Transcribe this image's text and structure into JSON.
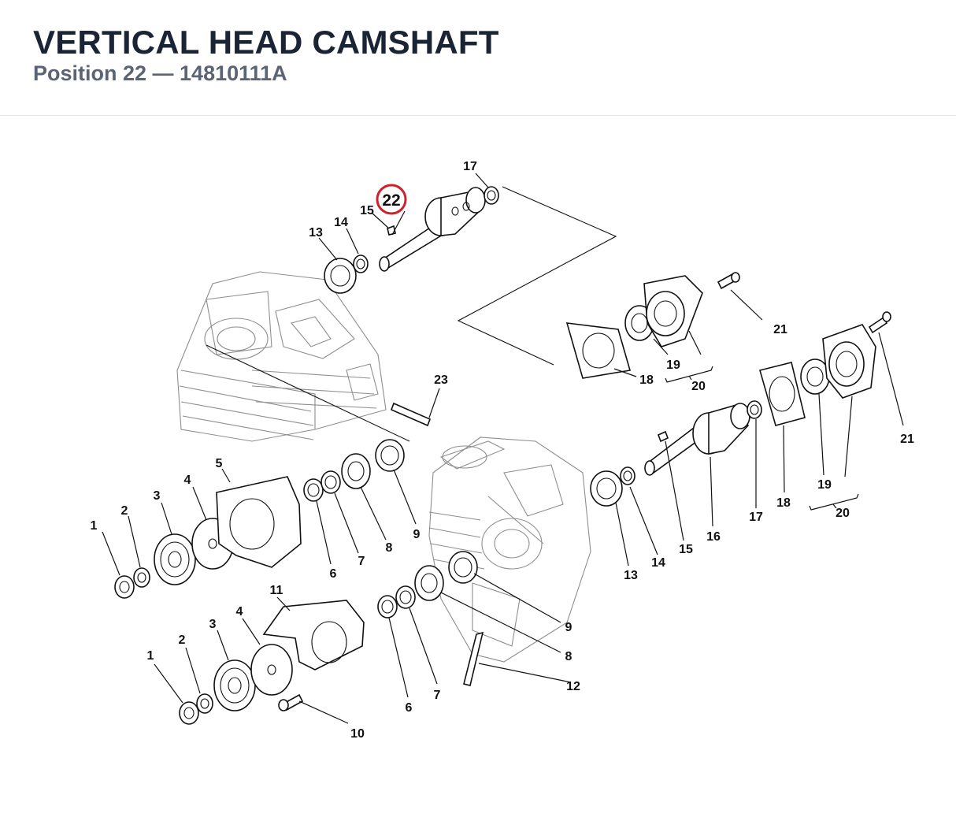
{
  "header": {
    "title": "VERTICAL HEAD CAMSHAFT",
    "subtitle": "Position 22 — 14810111A"
  },
  "highlight": {
    "label": "22",
    "color": "#d0202a"
  },
  "callouts": {
    "c1a": "1",
    "c2a": "2",
    "c3a": "3",
    "c4a": "4",
    "c5": "5",
    "c6a": "6",
    "c7a": "7",
    "c8a": "8",
    "c9a": "9",
    "c13a": "13",
    "c14a": "14",
    "c15a": "15",
    "c17a": "17",
    "c18a": "18",
    "c19a": "19",
    "c20a": "20",
    "c21a": "21",
    "c23": "23",
    "c1b": "1",
    "c2b": "2",
    "c3b": "3",
    "c4b": "4",
    "c11": "11",
    "c10": "10",
    "c6b": "6",
    "c7b": "7",
    "c8b": "8",
    "c9b": "9",
    "c12": "12",
    "c13b": "13",
    "c14b": "14",
    "c15b": "15",
    "c16": "16",
    "c17b": "17",
    "c18b": "18",
    "c19b": "19",
    "c20b": "20",
    "c21b": "21"
  }
}
